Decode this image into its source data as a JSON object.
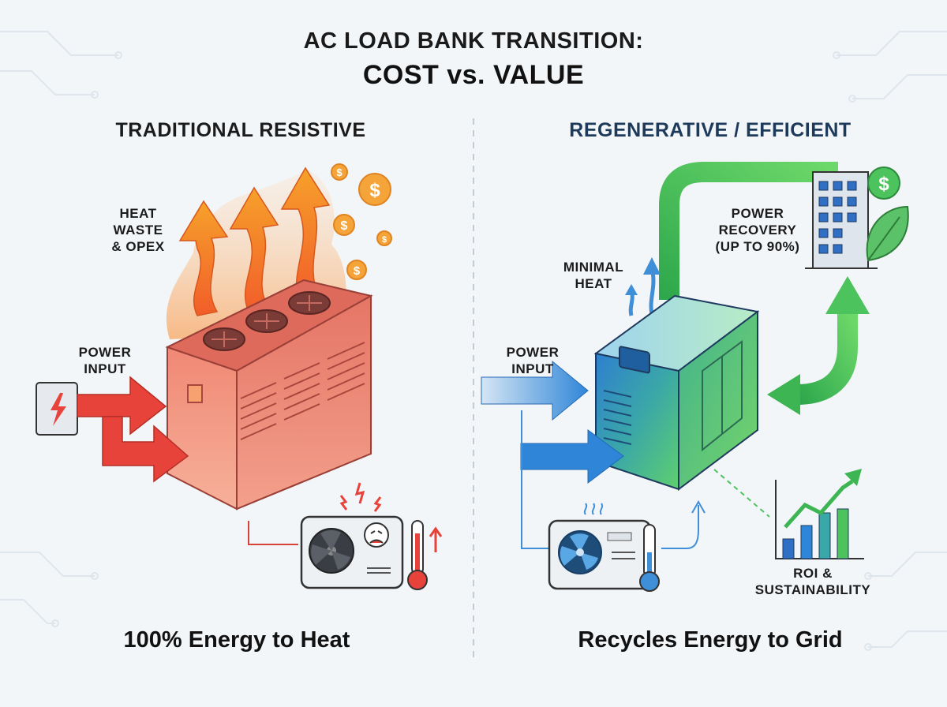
{
  "title": {
    "line1": "AC LOAD BANK TRANSITION:",
    "line2": "COST vs. VALUE"
  },
  "left_panel": {
    "heading": "TRADITIONAL RESISTIVE",
    "heat_label": [
      "HEAT",
      "WASTE",
      "& OPEX"
    ],
    "power_label": [
      "POWER",
      "INPUT"
    ],
    "footer": "100% Energy to Heat"
  },
  "right_panel": {
    "heading": "REGENERATIVE / EFFICIENT",
    "minimal_heat_label": [
      "MINIMAL",
      "HEAT"
    ],
    "power_label": [
      "POWER",
      "INPUT"
    ],
    "recovery_label": [
      "POWER",
      "RECOVERY",
      "(UP TO 90%)"
    ],
    "roi_label": [
      "ROI &",
      "SUSTAINABILITY"
    ],
    "footer": "Recycles Energy to Grid"
  },
  "colors": {
    "heading_right": "#1e3a5a",
    "red_arrow": "#e8433a",
    "orange_arrow": "#f28a1e",
    "blue_arrow": "#2f86d8",
    "green_arrow": "#3dbb58",
    "coin": "#f5a43a"
  },
  "icons": [
    "power-source-icon",
    "fan-icon",
    "dollar-coin-icon",
    "ac-unit-icon",
    "thermometer-icon",
    "lightning-icon",
    "building-icon",
    "leaf-icon",
    "bar-chart-icon"
  ]
}
